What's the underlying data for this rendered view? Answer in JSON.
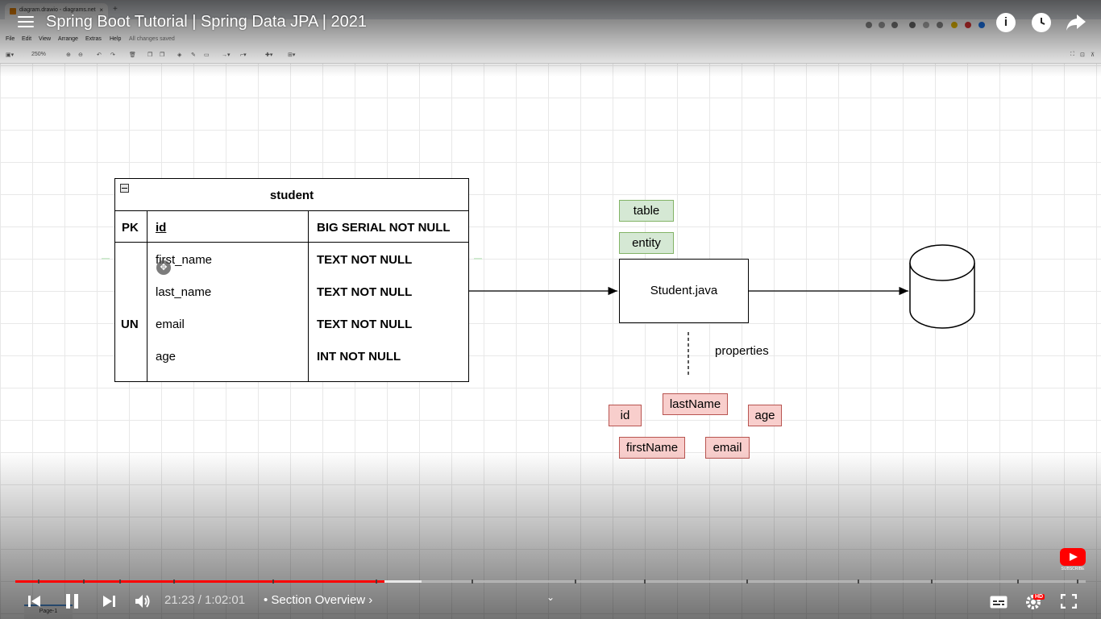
{
  "browser": {
    "tab_title": "diagram.drawio - diagrams.net",
    "tab_close": "×",
    "new_tab": "+"
  },
  "drawio": {
    "menu": [
      "File",
      "Edit",
      "View",
      "Arrange",
      "Extras",
      "Help"
    ],
    "save_status": "All changes saved",
    "zoom": "250%",
    "page_tab": "Page-1"
  },
  "video": {
    "title": "Spring Boot Tutorial | Spring Data JPA | 2021",
    "time": "21:23 / 1:02:01",
    "chapter": "• Section Overview ›",
    "progress": 0.345,
    "subscribe": "SUBSCRIBE",
    "hd": "HD",
    "info": "i"
  },
  "er_table": {
    "name": "student",
    "rows": [
      {
        "key": "PK",
        "field": "id",
        "type": "BIG SERIAL NOT NULL"
      },
      {
        "key": "",
        "field": "first_name",
        "type": "TEXT NOT NULL"
      },
      {
        "key": "",
        "field": "last_name",
        "type": "TEXT NOT NULL"
      },
      {
        "key": "UN",
        "field": "email",
        "type": "TEXT NOT NULL"
      },
      {
        "key": "",
        "field": "age",
        "type": "INT NOT NULL"
      }
    ]
  },
  "diagram": {
    "annotations": [
      "table",
      "entity"
    ],
    "class_box": "Student.java",
    "properties_label": "properties",
    "properties": [
      "id",
      "lastName",
      "age",
      "firstName",
      "email"
    ],
    "colors": {
      "green_fill": "#d5e8d4",
      "green_stroke": "#82b366",
      "red_fill": "#f8cecc",
      "red_stroke": "#b85450",
      "progress": "#ff0000"
    }
  }
}
